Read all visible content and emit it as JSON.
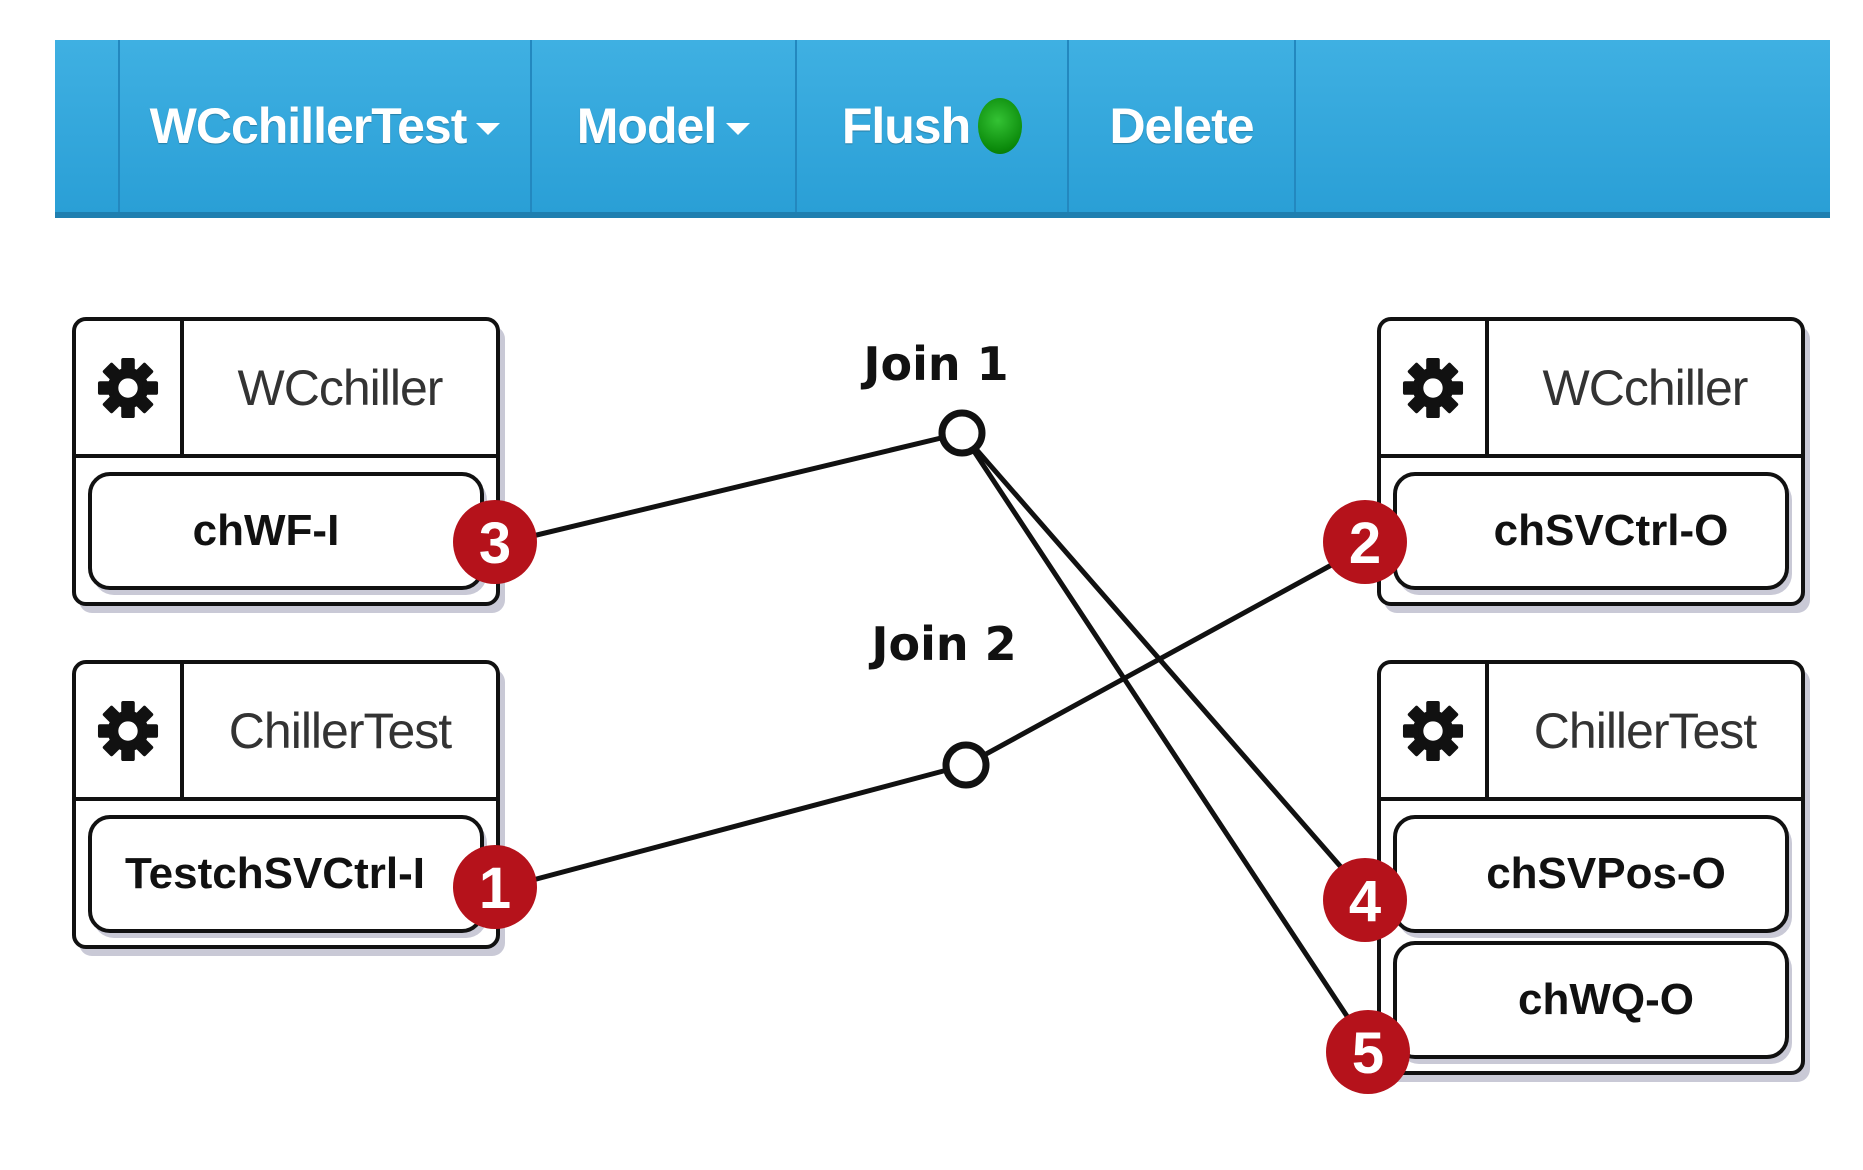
{
  "toolbar": {
    "project_label": "WCchillerTest",
    "model_label": "Model",
    "flush_label": "Flush",
    "delete_label": "Delete",
    "flush_status_color": "#1a9e1a"
  },
  "nodes": {
    "left_top": {
      "title": "WCchiller",
      "port": "chWF-I"
    },
    "left_bottom": {
      "title": "ChillerTest",
      "port": "TestchSVCtrl-I"
    },
    "right_top": {
      "title": "WCchiller",
      "port": "chSVCtrl-O"
    },
    "right_bottom": {
      "title": "ChillerTest",
      "ports": [
        "chSVPos-O",
        "chWQ-O"
      ]
    }
  },
  "joins": {
    "join1": "Join 1",
    "join2": "Join 2"
  },
  "badges": {
    "b1": "1",
    "b2": "2",
    "b3": "3",
    "b4": "4",
    "b5": "5"
  },
  "colors": {
    "toolbar_blue": "#2fa7dc",
    "badge_red": "#b5121b"
  }
}
